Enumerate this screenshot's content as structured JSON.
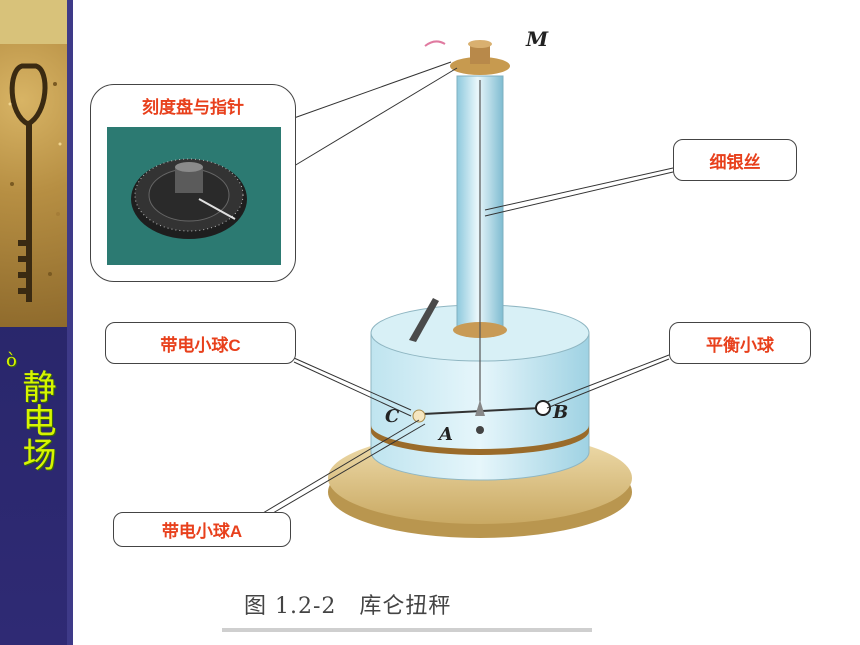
{
  "sidebar": {
    "bullet": "ò",
    "title": "静电场"
  },
  "callouts": {
    "dial": "刻度盘与指针",
    "silver_wire": "细银丝",
    "ball_c": "带电小球C",
    "balance_ball": "平衡小球",
    "ball_a": "带电小球A"
  },
  "apparatus_labels": {
    "m": "M",
    "c": "C",
    "a": "A",
    "b": "B"
  },
  "caption": "图 1.2-2　库仑扭秤",
  "colors": {
    "sidebar_bg": "#2b2a6e",
    "title_color": "#d7f500",
    "callout_text": "#e8401c"
  }
}
